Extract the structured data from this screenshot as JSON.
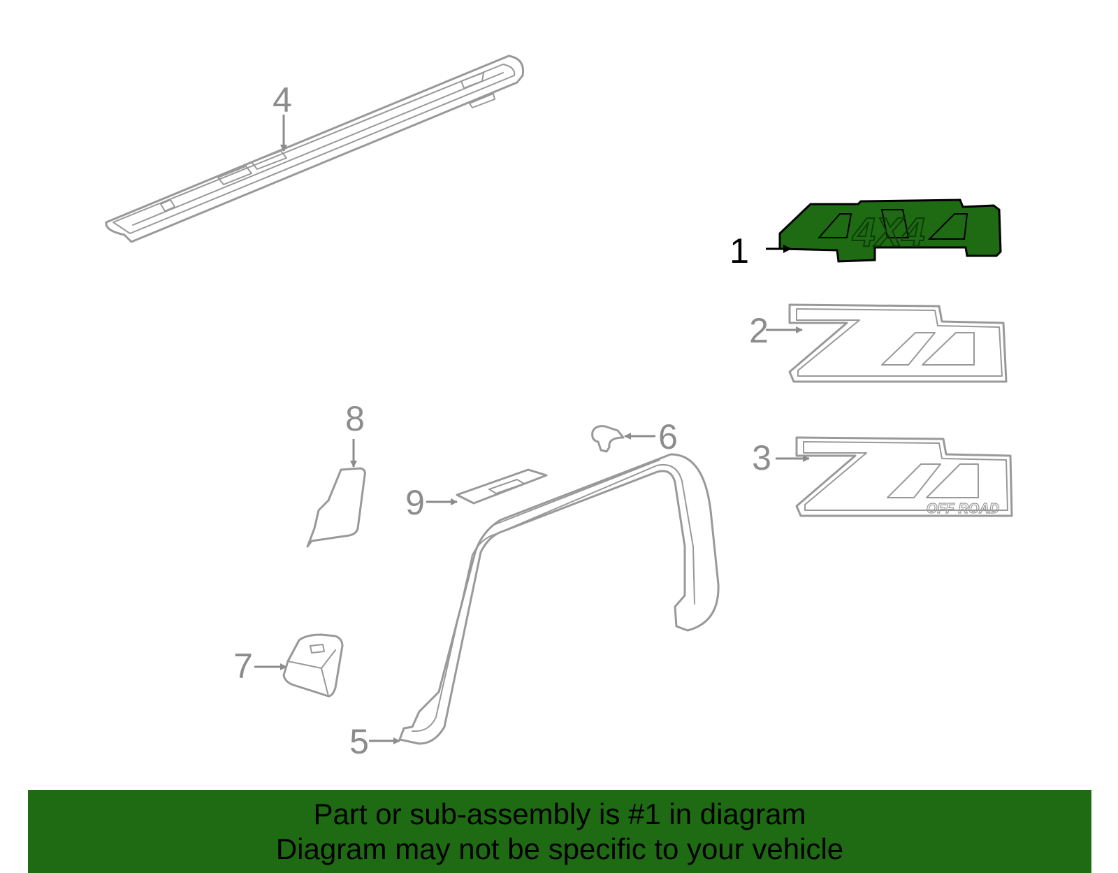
{
  "colors": {
    "highlight": "#1e6b14",
    "banner": "#1e6b14",
    "part_outline": "#999999",
    "callout_active": "#000000",
    "callout_inactive": "#8c8c8c"
  },
  "callouts": [
    {
      "id": "1",
      "label": "1",
      "active": true
    },
    {
      "id": "2",
      "label": "2",
      "active": false
    },
    {
      "id": "3",
      "label": "3",
      "active": false
    },
    {
      "id": "4",
      "label": "4",
      "active": false
    },
    {
      "id": "5",
      "label": "5",
      "active": false
    },
    {
      "id": "6",
      "label": "6",
      "active": false
    },
    {
      "id": "7",
      "label": "7",
      "active": false
    },
    {
      "id": "8",
      "label": "8",
      "active": false
    },
    {
      "id": "9",
      "label": "9",
      "active": false
    }
  ],
  "emblems": {
    "part1_text": "4X4",
    "part2_text": "Z71",
    "part3_text": "Z71",
    "part3_subtext": "OFF ROAD"
  },
  "banner": {
    "line1": "Part or sub-assembly is #1 in diagram",
    "line2": "Diagram may not be specific to your vehicle"
  }
}
